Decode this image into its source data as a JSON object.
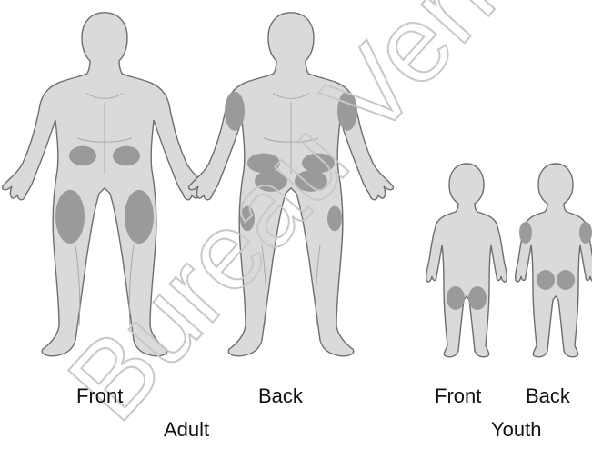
{
  "figures": [
    {
      "group": "adult",
      "view": "front"
    },
    {
      "group": "adult",
      "view": "back"
    },
    {
      "group": "youth",
      "view": "front"
    },
    {
      "group": "youth",
      "view": "back"
    }
  ],
  "labels": {
    "adult_front": "Front",
    "adult_back": "Back",
    "adult_group": "Adult",
    "youth_front": "Front",
    "youth_back": "Back",
    "youth_group": "Youth"
  },
  "watermark": "Bureau Veritas",
  "colors": {
    "body_fill": "#dadada",
    "body_outline": "#6e6e6e",
    "injection_site": "#9a9a9a",
    "watermark": "#c8c8c8"
  }
}
